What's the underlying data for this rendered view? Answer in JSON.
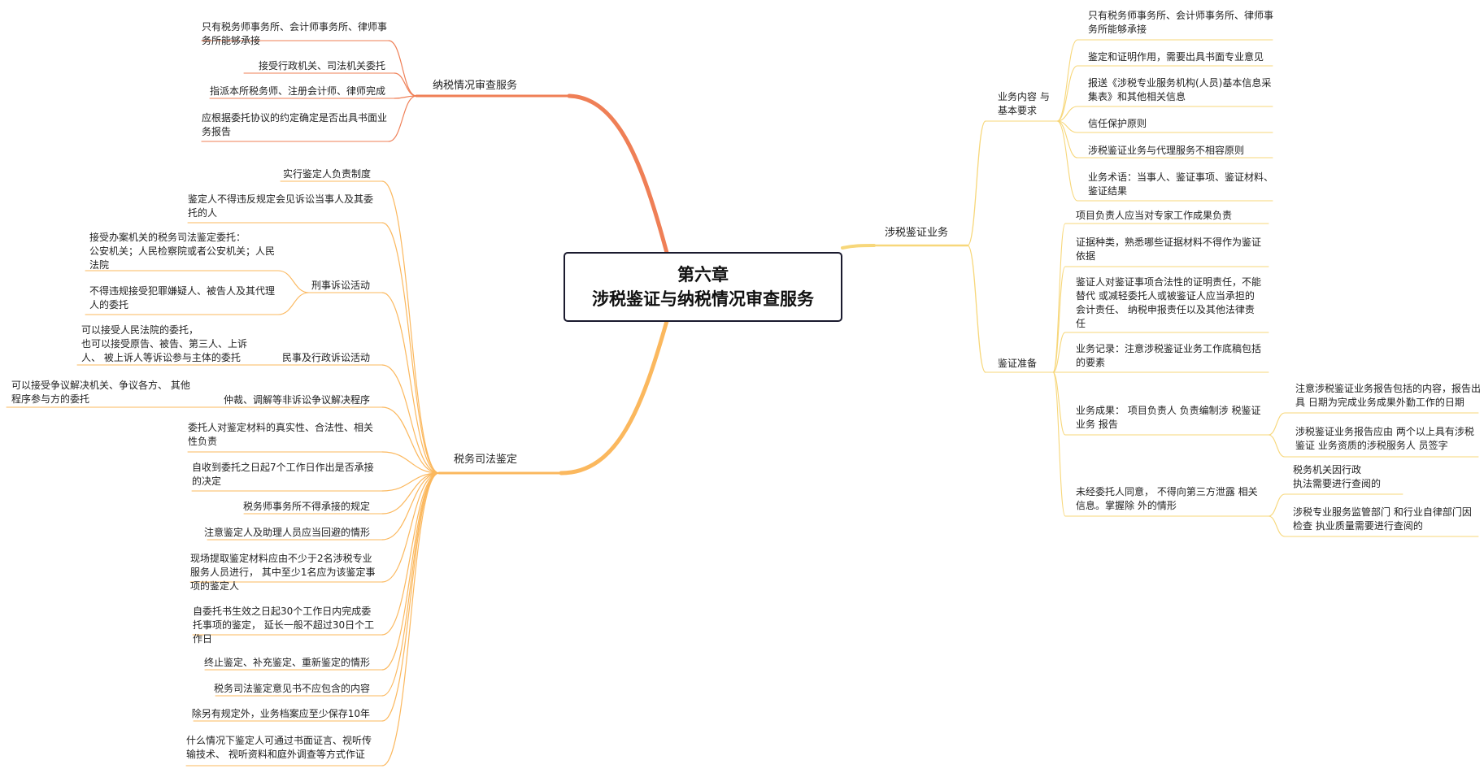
{
  "central": {
    "title_line1": "第六章",
    "title_line2": "涉税鉴证与纳税情况审查服务"
  },
  "colors": {
    "branch_tax_review": "#ef7f56",
    "branch_judicial": "#fbb85e",
    "branch_assurance": "#f7d77a",
    "central_border": "#1a1a2e"
  },
  "branches": {
    "tax_review": {
      "label": "纳税情况审查服务",
      "items": [
        "只有税务师事务所、会计师事务所、律师事\n务所能够承接",
        "接受行政机关、司法机关委托",
        "指派本所税务师、注册会计师、律师完成",
        "应根据委托协议的约定确定是否出具书面业\n务报告"
      ]
    },
    "judicial": {
      "label": "税务司法鉴定",
      "responsibility": "实行鉴定人负责制度",
      "meeting_rule": "鉴定人不得违反规定会见诉讼当事人及其委\n托的人",
      "criminal": {
        "label": "刑事诉讼活动",
        "items": [
          "接受办案机关的税务司法鉴定委托：\n公安机关；人民检察院或者公安机关；人民\n法院",
          "不得违规接受犯罪嫌疑人、被告人及其代理\n人的委托"
        ]
      },
      "civil": {
        "label": "民事及行政诉讼活动",
        "items": [
          "可以接受人民法院的委托，\n也可以接受原告、被告、第三人、上诉\n人、 被上诉人等诉讼参与主体的委托"
        ]
      },
      "arbitration": {
        "label": "仲裁、调解等非诉讼争议解决程序",
        "items": [
          "可以接受争议解决机关、争议各方、 其他\n程序参与方的委托"
        ]
      },
      "items": [
        "委托人对鉴定材料的真实性、合法性、相关\n性负责",
        "自收到委托之日起7个工作日作出是否承接\n的决定",
        "税务师事务所不得承接的规定",
        "注意鉴定人及助理人员应当回避的情形",
        "现场提取鉴定材料应由不少于2名涉税专业\n服务人员进行， 其中至少1名应为该鉴定事\n项的鉴定人",
        "自委托书生效之日起30个工作日内完成委\n托事项的鉴定， 延长一般不超过30日个工\n作日",
        "终止鉴定、补充鉴定、重新鉴定的情形",
        "税务司法鉴定意见书不应包含的内容",
        "除另有规定外，业务档案应至少保存10年",
        "什么情况下鉴定人可通过书面证言、视听传\n输技术、 视听资料和庭外调查等方式作证"
      ]
    },
    "assurance": {
      "label": "涉税鉴证业务",
      "content": {
        "label": "业务内容 与\n基本要求",
        "items": [
          "只有税务师事务所、会计师事务所、律师事\n务所能够承接",
          "鉴定和证明作用，需要出具书面专业意见",
          "报送《涉税专业服务机构(人员)基本信息采\n集表》和其他相关信息",
          "信任保护原则",
          "涉税鉴证业务与代理服务不相容原则",
          "业务术语：当事人、鉴证事项、鉴证材料、\n鉴证结果"
        ]
      },
      "prep": {
        "label": "鉴证准备",
        "items": [
          "项目负责人应当对专家工作成果负责",
          "证据种类，熟悉哪些证据材料不得作为鉴证\n依据",
          "鉴证人对鉴证事项合法性的证明责任，不能\n替代 或减轻委托人或被鉴证人应当承担的\n会计责任、 纳税申报责任以及其他法律责\n任",
          "业务记录：注意涉税鉴证业务工作底稿包括\n的要素"
        ],
        "result": {
          "label": "业务成果： 项目负责人 负责编制涉 税鉴证\n业务 报告",
          "items": [
            "注意涉税鉴证业务报告包括的内容，报告出\n具 日期为完成业务成果外勤工作的日期",
            "涉税鉴证业务报告应由 两个以上具有涉税\n鉴证 业务资质的涉税服务人 员签字"
          ]
        },
        "confidential": {
          "label": "未经委托人同意， 不得向第三方泄露 相关\n信息。掌握除 外的情形",
          "items": [
            "税务机关因行政\n执法需要进行查阅的",
            "涉税专业服务监管部门 和行业自律部门因\n检查 执业质量需要进行查阅的"
          ]
        }
      }
    }
  }
}
